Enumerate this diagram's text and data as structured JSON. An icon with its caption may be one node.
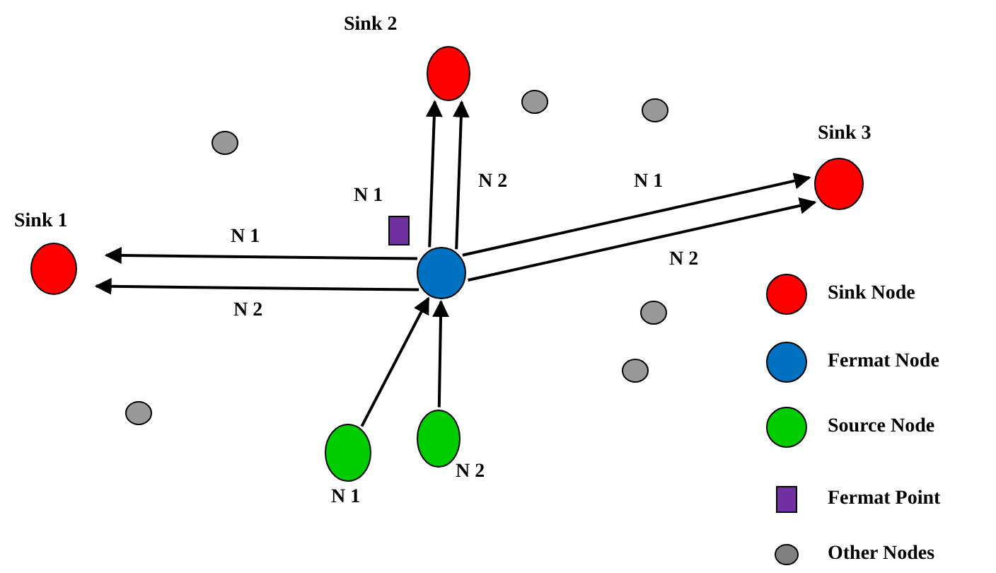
{
  "diagram": {
    "nodes": [
      {
        "text": [
          "Sink 2"
        ]
      },
      {
        "text": [],
        "shape": "circle"
      },
      {
        "text": [],
        "shape": "circle"
      },
      {
        "text": [],
        "shape": "circle"
      },
      {
        "text": [
          "Sink 3"
        ]
      },
      {
        "text": [
          "Sink 1"
        ]
      },
      {
        "text": [],
        "shape": "box"
      },
      {
        "text": [],
        "shape": "circle"
      },
      {
        "text": [],
        "shape": "circle"
      },
      {
        "text": [],
        "shape": "circle"
      },
      {
        "text": [],
        "shape": "circle"
      },
      {
        "text": [],
        "shape": "circle",
        "beside": [
          "N 2"
        ]
      },
      {
        "text": [],
        "shape": "circle",
        "beside": [
          "N 1"
        ]
      }
    ],
    "edges": [
      {
        "from": 7,
        "to": 5,
        "arrow": "to",
        "label": "N 1"
      },
      {
        "from": 7,
        "to": 5,
        "arrow": "to",
        "label": "N 2"
      },
      {
        "from": 7,
        "to": 0,
        "arrow": "to",
        "label": "N 1"
      },
      {
        "from": 7,
        "to": 0,
        "arrow": "to",
        "label": "N 2"
      },
      {
        "from": 7,
        "to": 4,
        "arrow": "to",
        "label": "N 1"
      },
      {
        "from": 7,
        "to": 4,
        "arrow": "to",
        "label": "N 2"
      },
      {
        "from": 12,
        "to": 7,
        "arrow": "to"
      },
      {
        "from": 11,
        "to": 7,
        "arrow": "to"
      }
    ],
    "legend": [
      {
        "text": "Sink Node",
        "color": "#ff0000"
      },
      {
        "text": "Fermat Node",
        "color": "#0070c0"
      },
      {
        "text": "Source Node",
        "color": "#00cc00"
      },
      {
        "text": "Fermat Point",
        "color": "#7030a0"
      },
      {
        "text": "Other Nodes",
        "color": "#808080"
      }
    ]
  }
}
